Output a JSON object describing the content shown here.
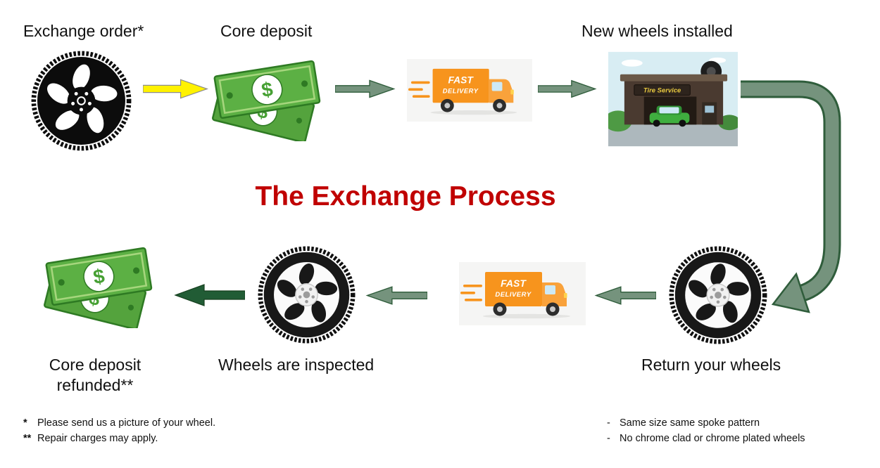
{
  "diagram": {
    "title": "The Exchange Process"
  },
  "steps": {
    "exchange_order": "Exchange order*",
    "core_deposit": "Core deposit",
    "new_wheels_installed": "New wheels installed",
    "return_your_wheels": "Return your wheels",
    "wheels_inspected": "Wheels are inspected",
    "core_deposit_refunded_line1": "Core deposit",
    "core_deposit_refunded_line2": "refunded**"
  },
  "icons": {
    "truck": {
      "line1": "FAST",
      "line2": "DELIVERY"
    },
    "shop_sign": "Tire Service",
    "money_dollar": "$"
  },
  "footnotes": {
    "left": [
      {
        "marker": "*",
        "text": "Please send us a picture of your wheel."
      },
      {
        "marker": "**",
        "text": "Repair charges may apply."
      }
    ],
    "right": [
      {
        "marker": "-",
        "text": "Same size same spoke pattern"
      },
      {
        "marker": "-",
        "text": "No chrome clad or chrome plated wheels"
      }
    ]
  },
  "colors": {
    "title_red": "#C00000",
    "arrow_yellow": "#FFF200",
    "arrow_sage": "#75937D",
    "arrow_dark_green": "#215C35",
    "money_green": "#5CB044",
    "truck_orange": "#F7941D"
  }
}
